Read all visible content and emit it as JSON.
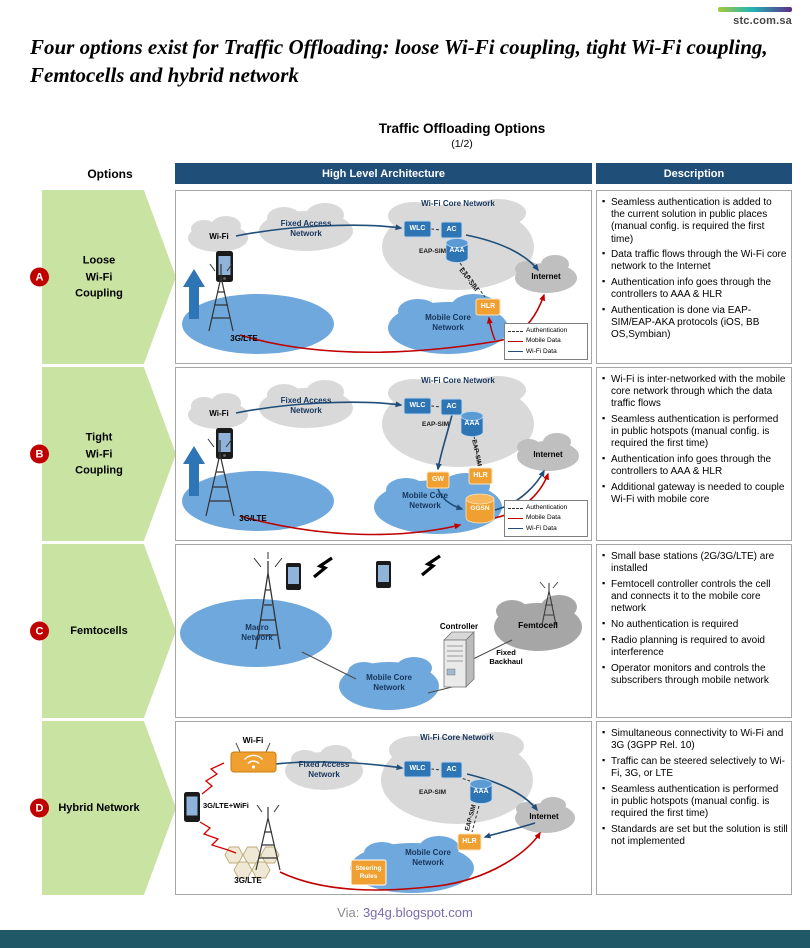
{
  "page": {
    "brand": "stc.com.sa",
    "title": "Four options exist for Traffic Offloading: loose Wi-Fi coupling, tight Wi-Fi coupling, Femtocells and hybrid network",
    "subtitle": "Traffic Offloading Options",
    "part": "(1/2)",
    "footer_via": "Via: ",
    "footer_link": "3g4g.blogspot.com"
  },
  "table": {
    "options_header": "Options",
    "architecture_header": "High Level Architecture",
    "description_header": "Description"
  },
  "legend": {
    "authentication": "Authentication",
    "mobile_data": "Mobile Data",
    "wifi_data": "Wi-Fi Data"
  },
  "colors": {
    "header_bar": "#1F4E79",
    "option_green": "#C9E3A3",
    "letter_red": "#C00000",
    "network_blue": "#6FA8DC",
    "node_blue": "#2E75B6",
    "node_orange": "#F0A030",
    "wifi_line": "#1F4E79",
    "mobile_line": "#C00000",
    "bottom_bar": "#215868"
  },
  "rows": [
    {
      "letter": "A",
      "label_lines": [
        "Loose",
        "Wi-Fi",
        "Coupling"
      ],
      "diagram": {
        "wifi": "Wi-Fi",
        "fixed_access_l1": "Fixed Access",
        "fixed_access_l2": "Network",
        "wifi_core": "Wi-Fi Core Network",
        "wlc": "WLC",
        "ac": "AC",
        "aaa": "AAA",
        "eap_sim": "EAP-SIM",
        "eap_sim_rot": "EAP-SIM",
        "internet": "Internet",
        "mobile_core_l1": "Mobile Core",
        "mobile_core_l2": "Network",
        "hlr": "HLR",
        "radio": "3G/LTE"
      },
      "bullets": [
        "Seamless authentication is added to the current solution in public places (manual config. is required the first time)",
        "Data traffic flows through the Wi-Fi core network to the Internet",
        "Authentication info goes through the controllers to AAA & HLR",
        "Authentication is done via EAP-SIM/EAP-AKA protocols (iOS, BB OS,Symbian)"
      ]
    },
    {
      "letter": "B",
      "label_lines": [
        "Tight",
        "Wi-Fi",
        "Coupling"
      ],
      "diagram": {
        "wifi": "Wi-Fi",
        "fixed_access_l1": "Fixed Access",
        "fixed_access_l2": "Network",
        "wifi_core": "Wi-Fi Core Network",
        "wlc": "WLC",
        "ac": "AC",
        "aaa": "AAA",
        "eap_sim": "EAP-SIM",
        "eap_sim_rot": "EAP-SIM",
        "internet": "Internet",
        "mobile_core_l1": "Mobile Core",
        "mobile_core_l2": "Network",
        "gw": "GW",
        "hlr": "HLR",
        "ggsn": "GGSN",
        "radio": "3G/LTE"
      },
      "bullets": [
        "Wi-Fi is inter-networked with the mobile core network through which the data traffic flows",
        "Seamless authentication is performed in public hotspots (manual config. is required the first time)",
        "Authentication info goes through the controllers to AAA & HLR",
        "Additional gateway is needed to couple Wi-Fi with mobile core"
      ]
    },
    {
      "letter": "C",
      "label_lines": [
        "Femtocells"
      ],
      "diagram": {
        "macro_l1": "Macro",
        "macro_l2": "Network",
        "controller": "Controller",
        "femtocell": "Femtocell",
        "mobile_core_l1": "Mobile Core",
        "mobile_core_l2": "Network",
        "fixed_backhaul_l1": "Fixed",
        "fixed_backhaul_l2": "Backhaul"
      },
      "bullets": [
        "Small base stations (2G/3G/LTE) are installed",
        "Femtocell controller controls the cell and connects it to the mobile core network",
        "No authentication is required",
        "Radio planning is required to avoid interference",
        "Operator monitors and controls the subscribers through mobile network"
      ]
    },
    {
      "letter": "D",
      "label_lines": [
        "Hybrid Network"
      ],
      "diagram": {
        "wifi": "Wi-Fi",
        "fixed_access_l1": "Fixed Access",
        "fixed_access_l2": "Network",
        "wifi_core": "Wi-Fi Core Network",
        "wlc": "WLC",
        "ac": "AC",
        "aaa": "AAA",
        "eap_sim": "EAP-SIM",
        "eap_sim_rot": "EAP-SIM",
        "internet": "Internet",
        "mobile_core_l1": "Mobile Core",
        "mobile_core_l2": "Network",
        "hlr": "HLR",
        "steering_l1": "Steering",
        "steering_l2": "Rules",
        "phone_label": "3G/LTE+WiFi",
        "radio": "3G/LTE"
      },
      "bullets": [
        "Simultaneous connectivity to Wi-Fi and 3G (3GPP Rel. 10)",
        "Traffic can be steered selectively to Wi-Fi, 3G, or LTE",
        "Seamless authentication is performed in public hotspots (manual config. is required the first time)",
        "Standards are set but  the solution is still not implemented"
      ]
    }
  ]
}
